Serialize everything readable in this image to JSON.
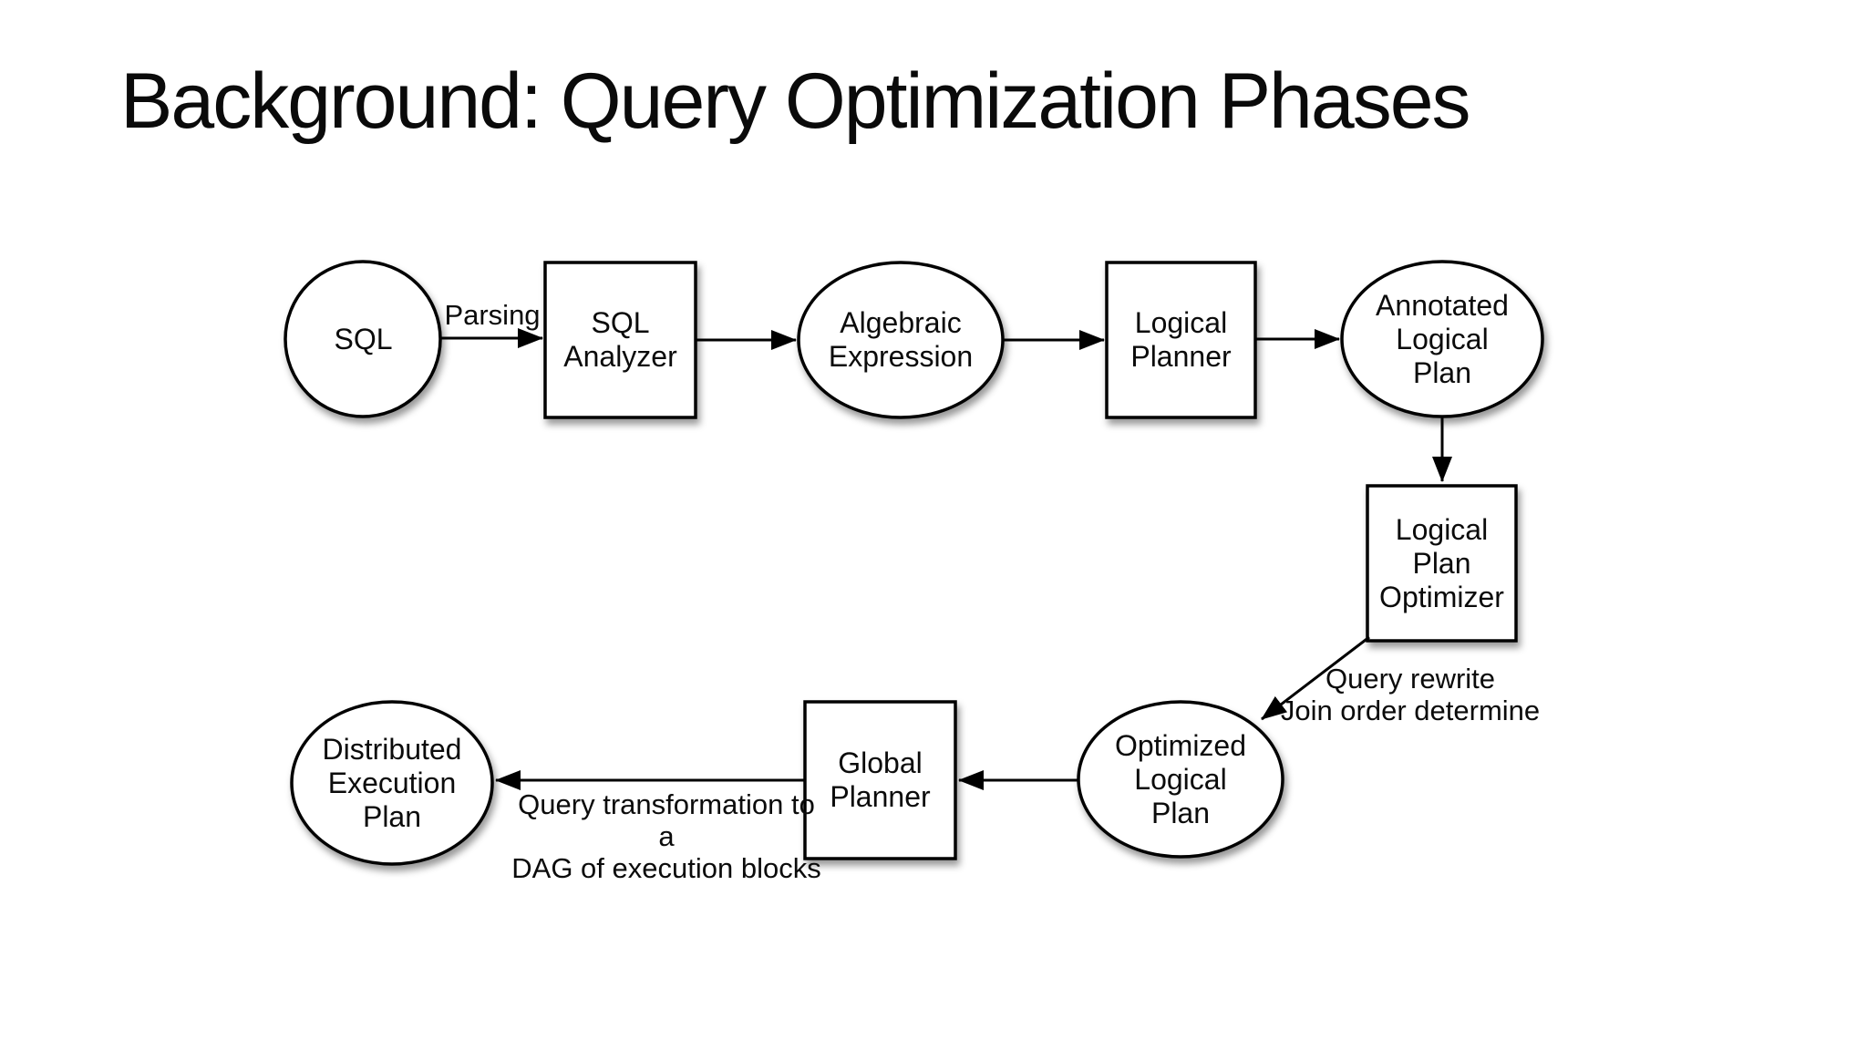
{
  "slide": {
    "title": "Background: Query Optimization Phases"
  },
  "diagram": {
    "nodes": [
      {
        "id": "sql",
        "shape": "circle",
        "label": "SQL"
      },
      {
        "id": "sql-analyzer",
        "shape": "rect",
        "label": "SQL\nAnalyzer"
      },
      {
        "id": "algebraic-expression",
        "shape": "ellipse",
        "label": "Algebraic\nExpression"
      },
      {
        "id": "logical-planner",
        "shape": "rect",
        "label": "Logical\nPlanner"
      },
      {
        "id": "annotated-logical-plan",
        "shape": "ellipse",
        "label": "Annotated\nLogical\nPlan"
      },
      {
        "id": "logical-plan-optimizer",
        "shape": "rect",
        "label": "Logical\nPlan\nOptimizer"
      },
      {
        "id": "optimized-logical-plan",
        "shape": "ellipse",
        "label": "Optimized\nLogical\nPlan"
      },
      {
        "id": "global-planner",
        "shape": "rect",
        "label": "Global\nPlanner"
      },
      {
        "id": "distributed-execution-plan",
        "shape": "ellipse",
        "label": "Distributed\nExecution\nPlan"
      }
    ],
    "edge_labels": [
      {
        "id": "parsing",
        "text": "Parsing"
      },
      {
        "id": "rewrite",
        "text": "Query rewrite\nJoin order determine"
      },
      {
        "id": "dag",
        "text": "Query transformation to a\nDAG of execution blocks"
      }
    ],
    "flow": [
      "SQL -> SQL Analyzer (Parsing)",
      "SQL Analyzer -> Algebraic Expression",
      "Algebraic Expression -> Logical Planner",
      "Logical Planner -> Annotated Logical Plan",
      "Annotated Logical Plan -> Logical Plan Optimizer",
      "Logical Plan Optimizer -> Optimized Logical Plan (Query rewrite, Join order determine)",
      "Optimized Logical Plan -> Global Planner",
      "Global Planner -> Distributed Execution Plan (Query transformation to a DAG of execution blocks)"
    ],
    "colors": {
      "background": "#ffffff",
      "shape_fill": "#ffffff",
      "stroke": "#000000",
      "text": "#0b0b0b"
    }
  }
}
